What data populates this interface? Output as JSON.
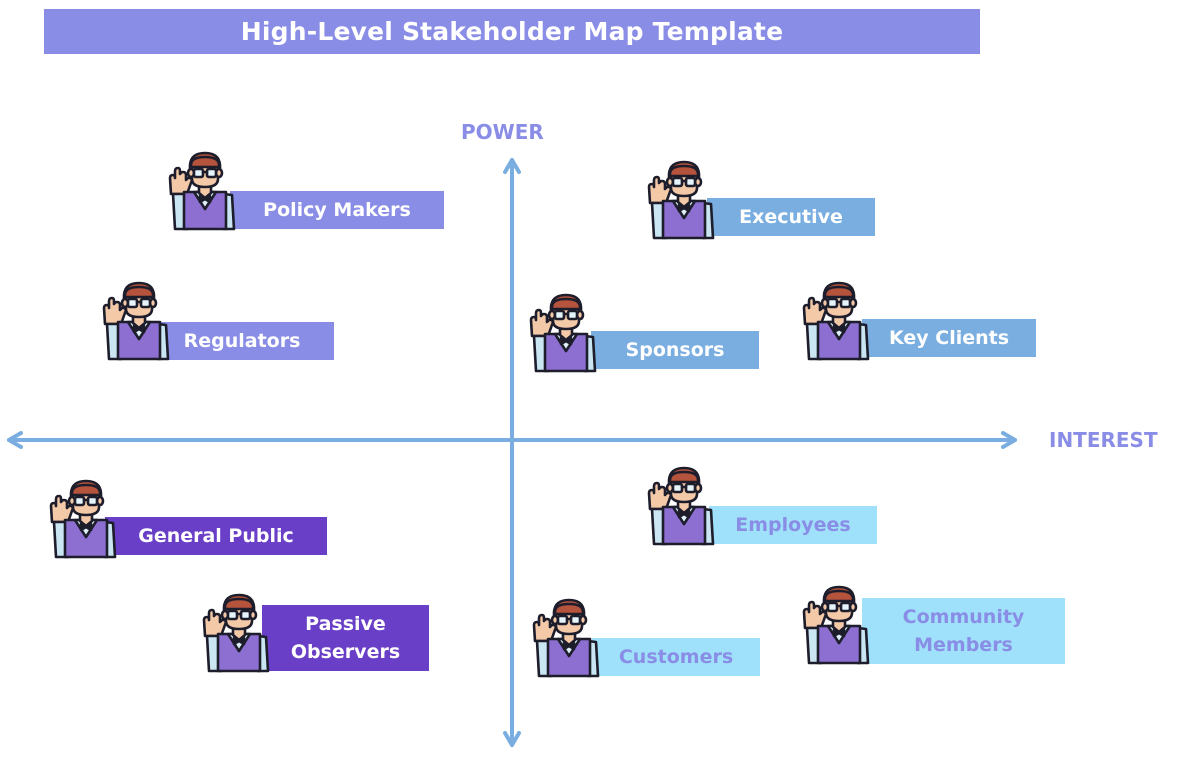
{
  "title": "High-Level Stakeholder Map Template",
  "axes": {
    "vertical": "POWER",
    "horizontal": "INTEREST"
  },
  "stakeholders": [
    {
      "label": "Policy Makers",
      "quadrant": "high-power-low-interest",
      "color": "#8a8de6",
      "text_color": "#ffffff"
    },
    {
      "label": "Regulators",
      "quadrant": "high-power-low-interest",
      "color": "#8a8de6",
      "text_color": "#ffffff"
    },
    {
      "label": "Executive",
      "quadrant": "high-power-high-interest",
      "color": "#7aaee0",
      "text_color": "#ffffff"
    },
    {
      "label": "Sponsors",
      "quadrant": "high-power-high-interest",
      "color": "#7aaee0",
      "text_color": "#ffffff"
    },
    {
      "label": "Key Clients",
      "quadrant": "high-power-high-interest",
      "color": "#7aaee0",
      "text_color": "#ffffff"
    },
    {
      "label": "General Public",
      "quadrant": "low-power-low-interest",
      "color": "#6a3fc7",
      "text_color": "#ffffff"
    },
    {
      "label": "Passive Observers",
      "quadrant": "low-power-low-interest",
      "color": "#6a3fc7",
      "text_color": "#ffffff"
    },
    {
      "label": "Employees",
      "quadrant": "low-power-high-interest",
      "color": "#9fe1fa",
      "text_color": "#8a8de6"
    },
    {
      "label": "Customers",
      "quadrant": "low-power-high-interest",
      "color": "#9fe1fa",
      "text_color": "#8a8de6"
    },
    {
      "label": "Community Members",
      "quadrant": "low-power-high-interest",
      "color": "#9fe1fa",
      "text_color": "#8a8de6"
    }
  ],
  "colors": {
    "axis": "#7aaee0",
    "title_bg": "#8a8de6"
  },
  "icon": "waving-person-icon"
}
